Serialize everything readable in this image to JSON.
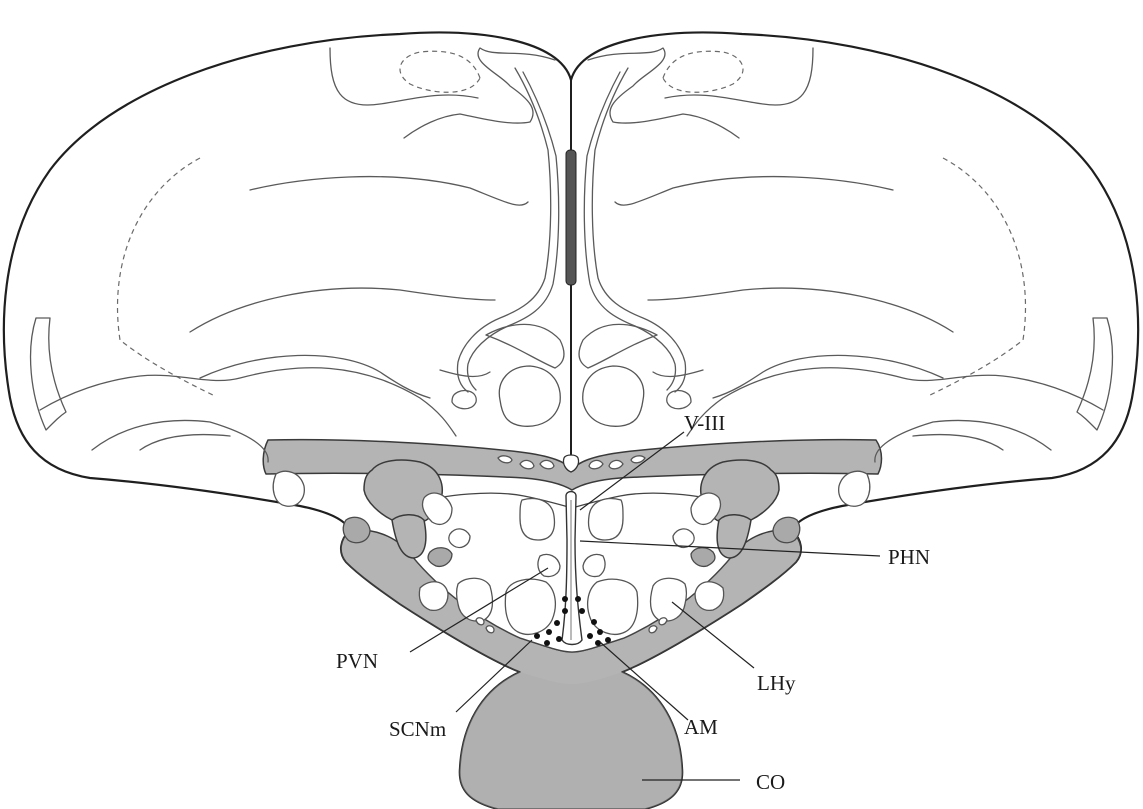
{
  "labels": {
    "v3": "V-III",
    "phn": "PHN",
    "pvn": "PVN",
    "lhy": "LHy",
    "scnm": "SCNm",
    "am": "AM",
    "co": "CO"
  },
  "colors": {
    "outline": "#1f1f1f",
    "region_fill": "#b4b4b4",
    "cell_dot": "#111111",
    "background": "#ffffff"
  }
}
